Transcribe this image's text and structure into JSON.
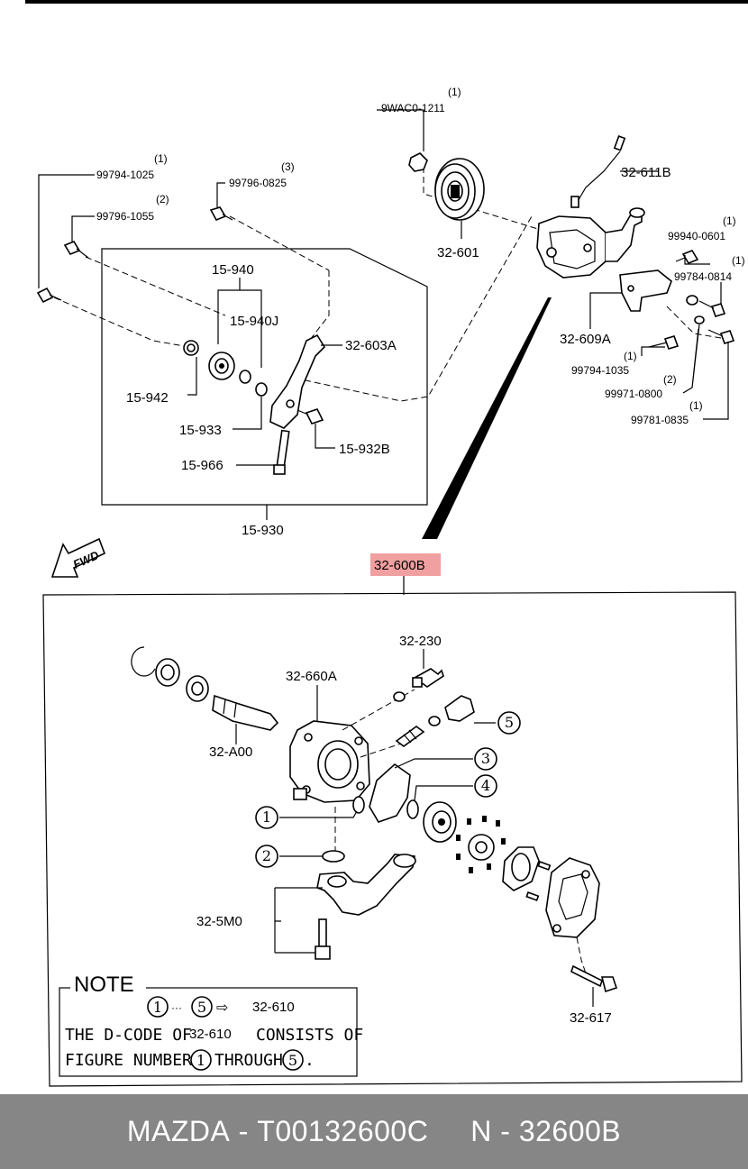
{
  "upper_callouts": {
    "c_9wac0_1211": {
      "part_no": "9WAC0-1211",
      "qty": "(1)"
    },
    "c_32_611b": {
      "part_no": "32-611B"
    },
    "c_32_601": {
      "part_no": "32-601"
    },
    "c_99794_1025": {
      "part_no": "99794-1025",
      "qty": "(1)"
    },
    "c_99796_1055": {
      "part_no": "99796-1055",
      "qty": "(2)"
    },
    "c_99796_0825": {
      "part_no": "99796-0825",
      "qty": "(3)"
    },
    "c_15_940": {
      "part_no": "15-940"
    },
    "c_15_940j": {
      "part_no": "15-940J"
    },
    "c_32_603a": {
      "part_no": "32-603A"
    },
    "c_15_942": {
      "part_no": "15-942"
    },
    "c_15_933": {
      "part_no": "15-933"
    },
    "c_15_932b": {
      "part_no": "15-932B"
    },
    "c_15_966": {
      "part_no": "15-966"
    },
    "c_15_930": {
      "part_no": "15-930"
    },
    "c_99940_0601": {
      "part_no": "99940-0601",
      "qty": "(1)"
    },
    "c_99784_0814": {
      "part_no": "99784-0814",
      "qty": "(1)"
    },
    "c_32_609a": {
      "part_no": "32-609A"
    },
    "c_99794_1035": {
      "part_no": "99794-1035",
      "qty": "(1)"
    },
    "c_99971_0800": {
      "part_no": "99971-0800",
      "qty": "(2)"
    },
    "c_99781_0835": {
      "part_no": "99781-0835",
      "qty": "(1)"
    }
  },
  "fwd_label": "FWD",
  "highlight": {
    "part_no": "32-600B",
    "color": "#f0a0a0"
  },
  "lower_callouts": {
    "c_32_230": {
      "part_no": "32-230"
    },
    "c_32_660a": {
      "part_no": "32-660A"
    },
    "c_32_a00": {
      "part_no": "32-A00"
    },
    "c_32_5m0": {
      "part_no": "32-5M0"
    },
    "c_32_617": {
      "part_no": "32-617"
    }
  },
  "circled_refs": [
    "1",
    "2",
    "3",
    "4",
    "5"
  ],
  "note": {
    "heading": "NOTE",
    "ref_start": "1",
    "ref_sep": "···",
    "ref_end": "5",
    "arrow": "⇨",
    "ref_code": "32-610",
    "line2_a": "THE D-CODE OF",
    "line2_code": "32-610",
    "line2_b": "CONSISTS OF",
    "line3_a": "FIGURE NUMBERS",
    "line3_n1": "1",
    "line3_b": "THROUGH",
    "line3_n2": "5",
    "line3_end": "."
  },
  "footer": {
    "brand": "MAZDA",
    "sep1": " - ",
    "code": "T00132600C",
    "gap": "     ",
    "n_label": "N",
    "sep2": " - ",
    "n_value": "32600B"
  }
}
